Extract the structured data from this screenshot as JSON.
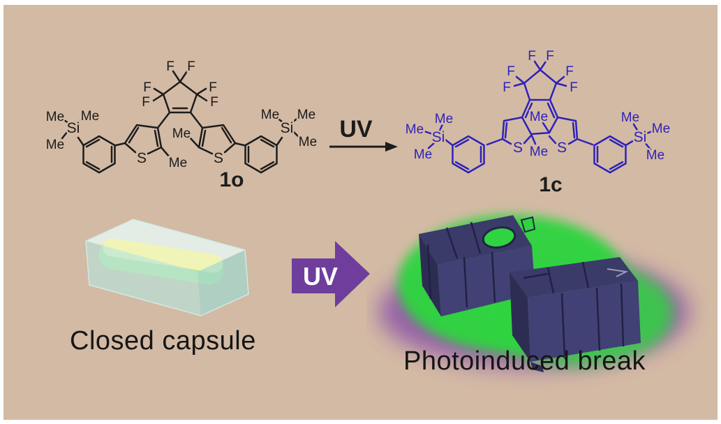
{
  "figure": {
    "background_color": "#d3baa4",
    "frame_color": "#ffffff"
  },
  "labels": {
    "F": "F",
    "S": "S",
    "Si": "Si",
    "Me": "Me"
  },
  "molecules": {
    "open": {
      "label": "1o",
      "color": "#1c1c1c"
    },
    "closed": {
      "label": "1c",
      "color": "#2e22b8"
    }
  },
  "arrows": {
    "top": {
      "label": "UV",
      "color": "#1c1c1c"
    },
    "bottom": {
      "label": "UV",
      "color": "#6f3e9c",
      "text_color": "#ffffff"
    }
  },
  "bottom": {
    "left_caption": "Closed capsule",
    "right_caption": "Photoinduced break"
  },
  "art_colors": {
    "capsule_block_top": "#e4efe9",
    "capsule_block_front": "#b7e3df",
    "capsule_block_side": "#9fd8d2",
    "pill_yellow": "#f0f4b6",
    "pill_green": "#b9e795",
    "glow_green": "#2fd440",
    "glow_purple": "#8348a8",
    "block_top": "#3b3b69",
    "block_front_dark": "#2d2d53",
    "block_front_light": "#414175",
    "crack": "#212146"
  }
}
